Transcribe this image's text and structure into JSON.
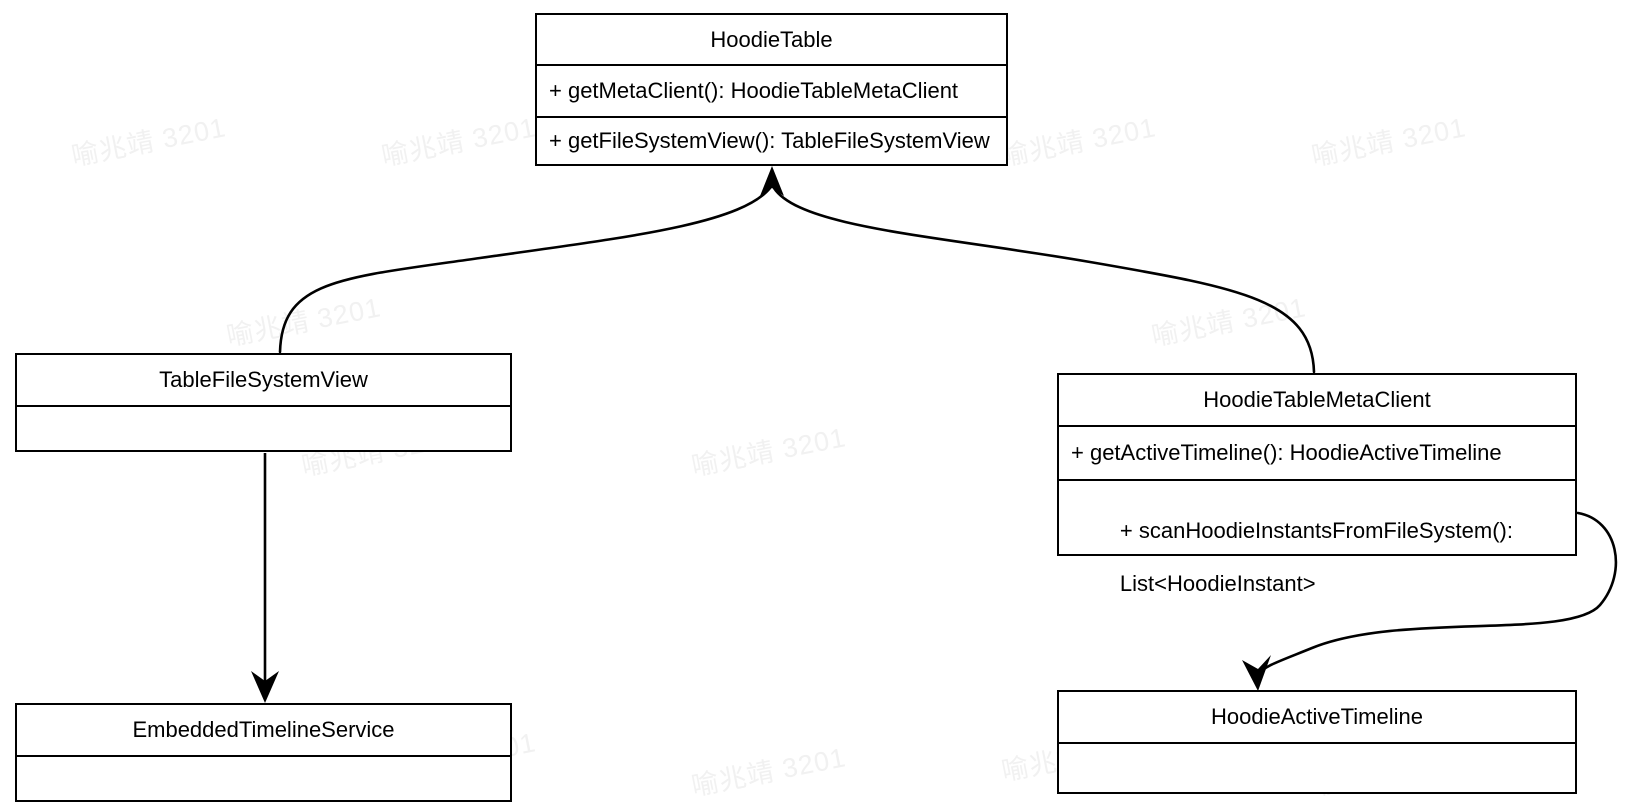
{
  "diagram": {
    "title": "HoodieTable class relationships",
    "type": "uml-class-diagram",
    "background_color": "#ffffff",
    "line_color": "#000000",
    "text_color": "#000000",
    "watermark": {
      "text": "喻兆靖 3201",
      "color": "#f1f1f1"
    },
    "classes": [
      {
        "id": "hoodie-table",
        "name": "HoodieTable",
        "compartments": [
          {
            "lines": [
              "+ getMetaClient(): HoodieTableMetaClient"
            ]
          },
          {
            "lines": [
              "+ getFileSystemView(): TableFileSystemView"
            ]
          }
        ]
      },
      {
        "id": "table-file-system-view",
        "name": "TableFileSystemView",
        "compartments": [
          {
            "lines": [
              ""
            ]
          }
        ]
      },
      {
        "id": "hoodie-table-meta-client",
        "name": "HoodieTableMetaClient",
        "compartments": [
          {
            "lines": [
              "+ getActiveTimeline(): HoodieActiveTimeline"
            ]
          },
          {
            "lines": [
              "+ scanHoodieInstantsFromFileSystem():",
              "List<HoodieInstant>"
            ]
          }
        ]
      },
      {
        "id": "embedded-timeline-service",
        "name": "EmbeddedTimelineService",
        "compartments": [
          {
            "lines": [
              ""
            ]
          }
        ]
      },
      {
        "id": "hoodie-active-timeline",
        "name": "HoodieActiveTimeline",
        "compartments": [
          {
            "lines": [
              ""
            ]
          }
        ]
      }
    ],
    "edges": [
      {
        "id": "edge-tablefilesystemview-to-hoodietable",
        "from": "table-file-system-view",
        "to": "hoodie-table",
        "arrowhead": "filled-triangle",
        "style": "curved"
      },
      {
        "id": "edge-metaclient-to-hoodietable",
        "from": "hoodie-table-meta-client",
        "to": "hoodie-table",
        "arrowhead": "filled-triangle",
        "style": "curved"
      },
      {
        "id": "edge-tablefilesystemview-to-embeddedtimelineservice",
        "from": "table-file-system-view",
        "to": "embedded-timeline-service",
        "arrowhead": "filled-triangle",
        "style": "straight"
      },
      {
        "id": "edge-metaclient-to-activetimeline",
        "from": "hoodie-table-meta-client",
        "to": "hoodie-active-timeline",
        "arrowhead": "filled-triangle",
        "style": "curved"
      }
    ]
  }
}
